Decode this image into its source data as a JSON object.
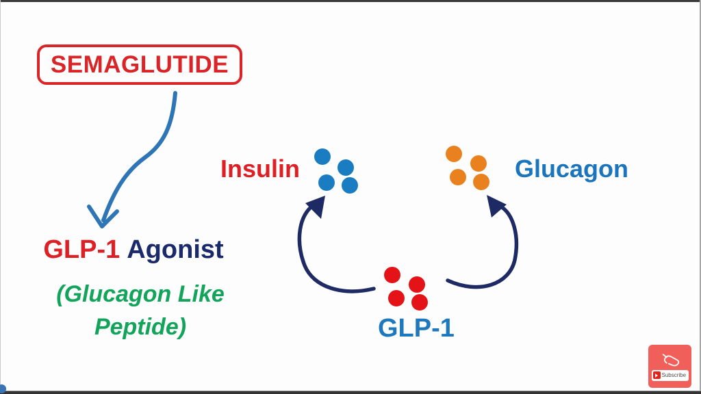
{
  "slide": {
    "semaglutide_label": "SEMAGLUTIDE",
    "glp1_agonist": {
      "glp1": "GLP-1",
      "agonist": "Agonist"
    },
    "glucagon_like_peptide": {
      "line1": "(Glucagon Like",
      "line2": "Peptide)"
    },
    "insulin_label": "Insulin",
    "glucagon_label": "Glucagon",
    "glp1_label": "GLP-1"
  },
  "dots": {
    "insulin": {
      "color": "#1a7dc2",
      "radius": 12,
      "points": [
        [
          471,
          229
        ],
        [
          505,
          245
        ],
        [
          477,
          267
        ],
        [
          511,
          271
        ]
      ]
    },
    "glucagon": {
      "color": "#e9821e",
      "radius": 12,
      "points": [
        [
          663,
          225
        ],
        [
          699,
          239
        ],
        [
          669,
          259
        ],
        [
          703,
          266
        ]
      ]
    },
    "glp1": {
      "color": "#e41317",
      "radius": 12,
      "points": [
        [
          573,
          402
        ],
        [
          609,
          416
        ],
        [
          579,
          436
        ],
        [
          613,
          442
        ]
      ]
    }
  },
  "colors": {
    "semaglutide_red": "#d92428",
    "label_red": "#dd2025",
    "agonist_navy": "#1b2a6b",
    "peptide_green": "#12a45a",
    "hormone_blue": "#1b75bc",
    "arrow_navy": "#1e2a63",
    "arrow_blue": "#2e75b6",
    "subscribe_red": "#f15f5b"
  },
  "subscribe": {
    "label": "Subscribe"
  }
}
